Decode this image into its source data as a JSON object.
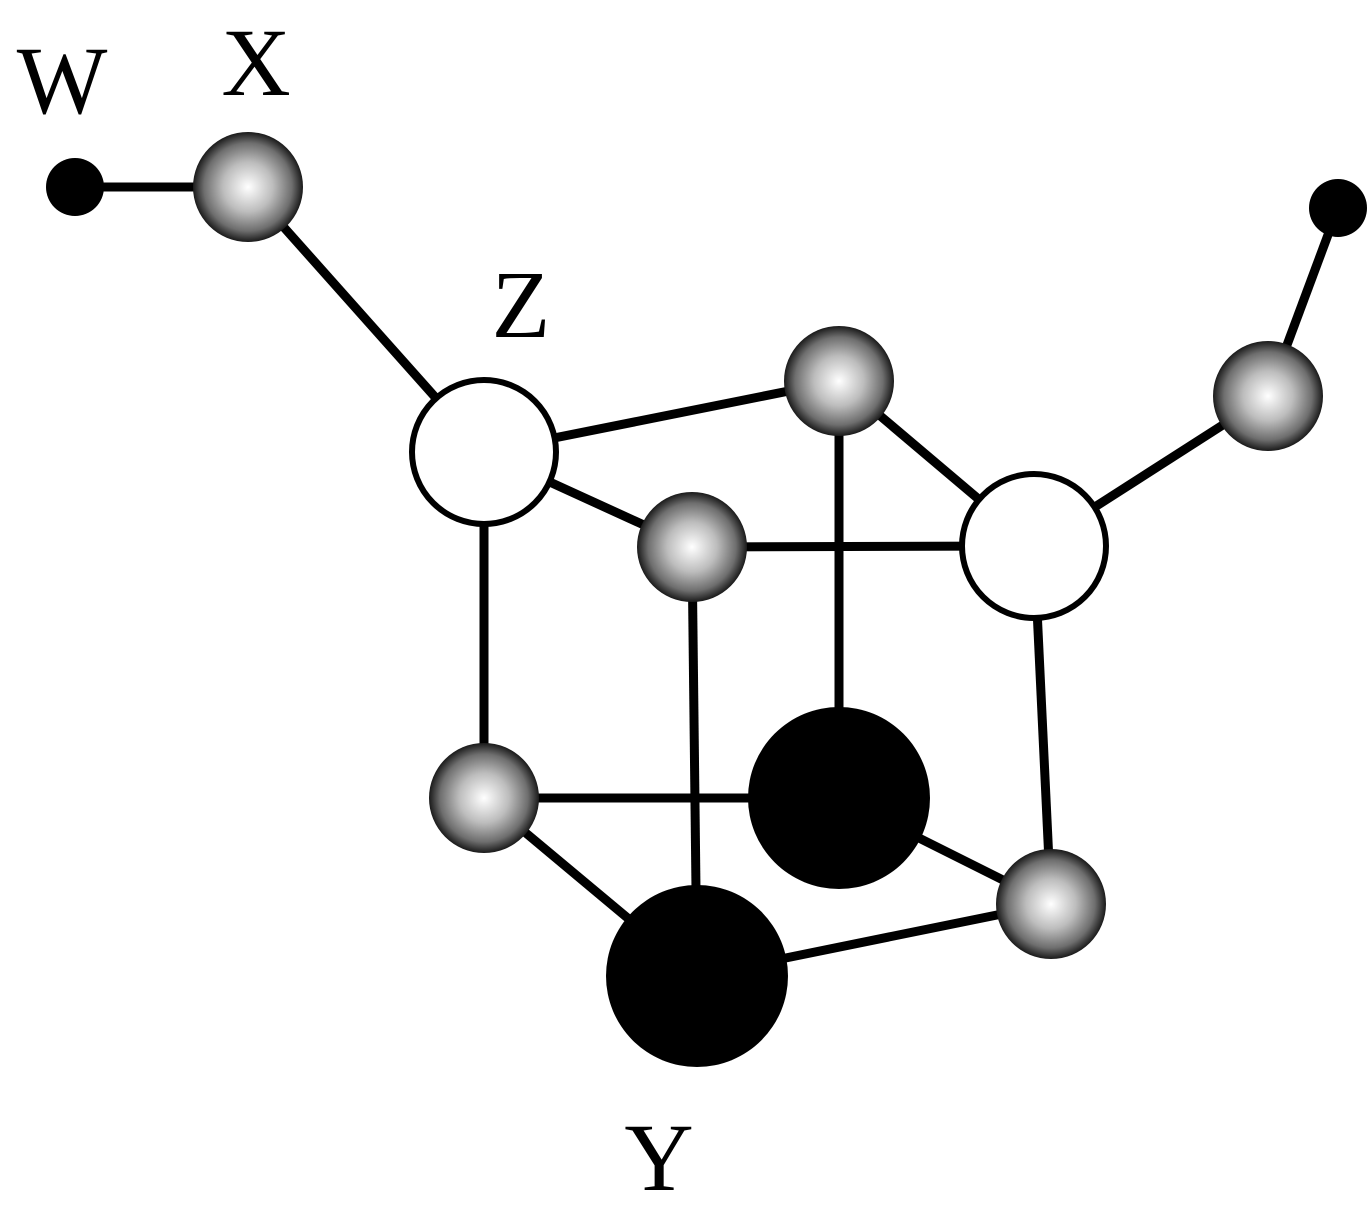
{
  "labels": {
    "w": "W",
    "x": "X",
    "y": "Y",
    "z": "Z"
  },
  "colors": {
    "bond": "#000000",
    "open_atom_fill": "#ffffff",
    "dark_atom_fill": "#000000",
    "shaded_atom_highlight": "#ffffff",
    "shaded_atom_edge": "#000000"
  }
}
